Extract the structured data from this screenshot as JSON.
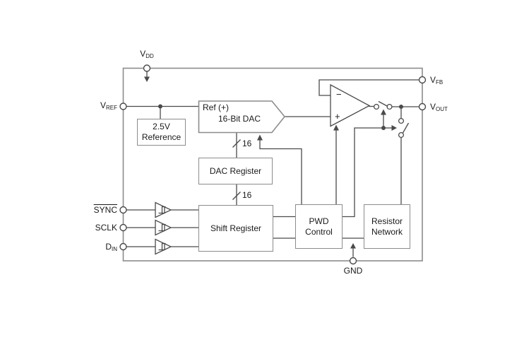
{
  "pins": {
    "vdd": {
      "name": "V",
      "sub": "DD"
    },
    "vref": {
      "name": "V",
      "sub": "REF"
    },
    "sync": {
      "name": "SYNC",
      "sub": ""
    },
    "sclk": {
      "name": "SCLK",
      "sub": ""
    },
    "din": {
      "name": "D",
      "sub": "IN"
    },
    "vfb": {
      "name": "V",
      "sub": "FB"
    },
    "vout": {
      "name": "V",
      "sub": "OUT"
    },
    "gnd": {
      "name": "GND",
      "sub": ""
    }
  },
  "blocks": {
    "reference": {
      "line1": "2.5V",
      "line2": "Reference"
    },
    "dac": {
      "corner_label": "Ref (+)",
      "label": "16-Bit DAC"
    },
    "dac_register": {
      "label": "DAC Register"
    },
    "shift_register": {
      "label": "Shift Register"
    },
    "pwd_control": {
      "line1": "PWD",
      "line2": "Control"
    },
    "resistor_network": {
      "line1": "Resistor",
      "line2": "Network"
    }
  },
  "bus": {
    "width_label": "16"
  },
  "opamp": {
    "inverting_label": "−",
    "noninverting_label": "+"
  },
  "colors": {
    "wire": "#4a4a4a",
    "box_border": "#8c8c8c",
    "text": "#1a1a1a",
    "background": "#ffffff"
  }
}
